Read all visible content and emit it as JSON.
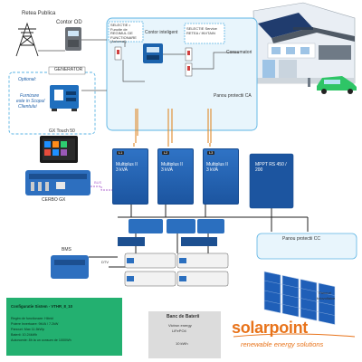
{
  "labels": {
    "grid": "Retea Publica",
    "meter": "Contor OD",
    "selector_main": "SELECTIE • Functie de REGIMUL DE FUNCTIONARE (Automat)",
    "smart_meter": "Contor inteligent",
    "selector_mains": "SELECTIE Service RETEA / INVTAIN",
    "consumers": "Consumatori",
    "ac_panel": "Panou protectii CA",
    "generator": "GENERATOR",
    "optional": "Optional:",
    "generator_note_1": "Furnizare",
    "generator_note_2": "este in Scopul",
    "generator_note_3": "Clientului",
    "gx_touch": "GX Touch 50",
    "cerbo": "CERBO GX",
    "bus": "BUS",
    "bms": "BMS",
    "dtv": "DTV",
    "dc_panel": "Panou protectii CC",
    "pv_panels_1": "Panouri",
    "pv_panels_2": "fotovoltaice",
    "mppt": "MPPT RS 450 / 200",
    "brand": "solarpoint",
    "slogan": "renewable energy solutions"
  },
  "inverters": [
    {
      "phase": "L1",
      "name": "Multiplus II",
      "power": "3 kVA"
    },
    {
      "phase": "L2",
      "name": "Multiplus II",
      "power": "3 kVA"
    },
    {
      "phase": "L3",
      "name": "Multiplus II",
      "power": "3 kVA"
    }
  ],
  "config": {
    "title": "Configuratie Sistem - VTHR_8_10",
    "lines": [
      "Regim de functionare: Hibrid",
      "Putere Invertoare: 9kVA / 7.2kW",
      "Panouri: Max 11.5kWp",
      "Baterii: 10.24kWh",
      "Autonomie: 8h la un consum de 1000Wh"
    ]
  },
  "battery": {
    "title": "Banc de Baterii",
    "model_1": "Victron energy",
    "model_2": "LiFePO4",
    "capacity": "10 kWh"
  },
  "colors": {
    "brand": "#e8731a",
    "victron_blue": "#1e5fa8",
    "ac_wire": "#e08a2a",
    "dc_wire": "#222222",
    "bus_wire": "#b06ad0",
    "config_bg": "#23b070",
    "car": "#2ec566"
  }
}
